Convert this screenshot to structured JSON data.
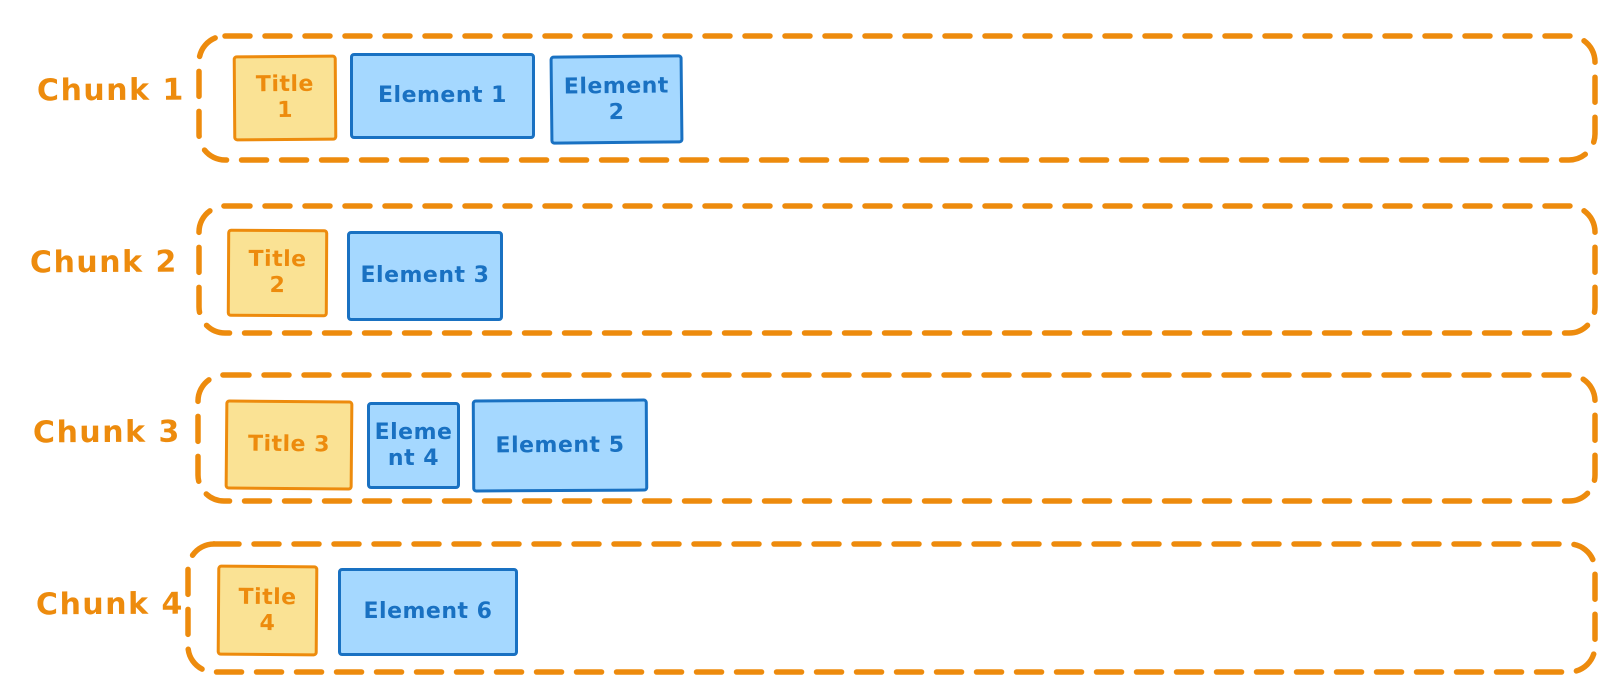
{
  "colors": {
    "orange": "#ED8B0D",
    "yellow_fill": "#FAE294",
    "blue_fill": "#A5D8FF",
    "blue_stroke": "#1971C2",
    "blue_text": "#1971C2"
  },
  "chunks": [
    {
      "label": "Chunk 1",
      "title": {
        "label": "Title 1"
      },
      "elements": [
        {
          "label": "Element 1"
        },
        {
          "label": "Element 2"
        }
      ]
    },
    {
      "label": "Chunk 2",
      "title": {
        "label": "Title 2"
      },
      "elements": [
        {
          "label": "Element 3"
        }
      ]
    },
    {
      "label": "Chunk 3",
      "title": {
        "label": "Title 3"
      },
      "elements": [
        {
          "label": "Element 4"
        },
        {
          "label": "Element 5"
        }
      ]
    },
    {
      "label": "Chunk 4",
      "title": {
        "label": "Title 4"
      },
      "elements": [
        {
          "label": "Element 6"
        }
      ]
    }
  ]
}
